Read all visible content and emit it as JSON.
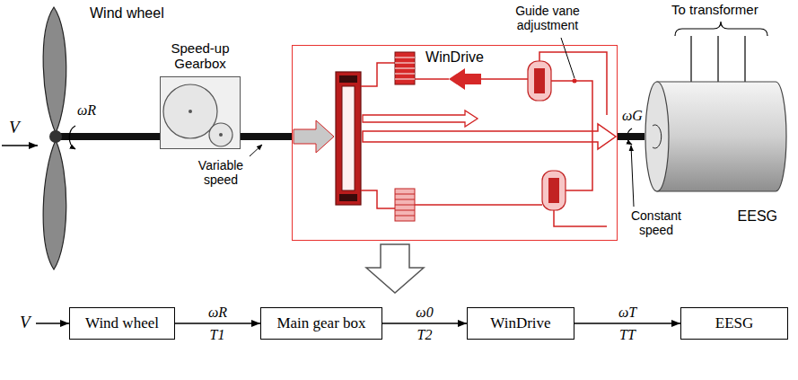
{
  "diagram": {
    "nodes": [
      {
        "text": [
          "Speed-up Gearbox"
        ]
      },
      {
        "text": [
          "WinDrive"
        ]
      },
      {
        "text": [
          "EESG"
        ]
      },
      {
        "text": [
          "Wind wheel"
        ]
      },
      {
        "text": [
          "Main gear box"
        ]
      },
      {
        "text": [
          "WinDrive"
        ]
      },
      {
        "text": [
          "EESG"
        ]
      }
    ],
    "edges": [
      {
        "from": 0,
        "to": 1,
        "arrow": "none"
      },
      {
        "from": 1,
        "to": 2,
        "arrow": "none"
      },
      {
        "from": 3,
        "to": 4,
        "arrow": "to",
        "label": "ωR"
      },
      {
        "from": 4,
        "to": 5,
        "arrow": "to",
        "label": "ω0"
      },
      {
        "from": 5,
        "to": 6,
        "arrow": "to",
        "label": "ωT"
      }
    ],
    "labels": [
      "Wind wheel",
      "V",
      "ωR",
      "Variable speed",
      "Guide vane adjustment",
      "To transformer",
      "ωG",
      "Constant speed",
      "V",
      "T1",
      "T2",
      "TT"
    ]
  }
}
